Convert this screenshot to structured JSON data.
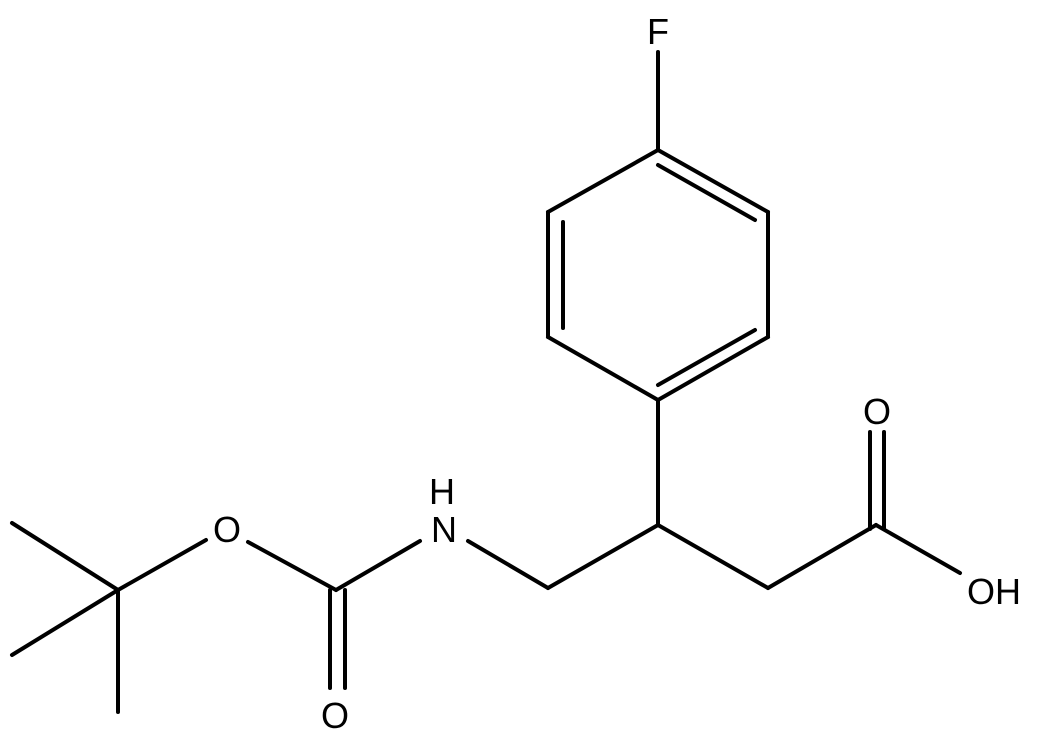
{
  "molecule": {
    "atom_labels": {
      "fluorine": "F",
      "carbonyl_oxygen_acid": "O",
      "hydroxyl": "OH",
      "amine": "H",
      "amine_n": "N",
      "ester_oxygen": "O",
      "carbonyl_oxygen_boc": "O"
    },
    "colors": {
      "bond": "#000000",
      "text": "#000000",
      "background": "#ffffff"
    }
  }
}
